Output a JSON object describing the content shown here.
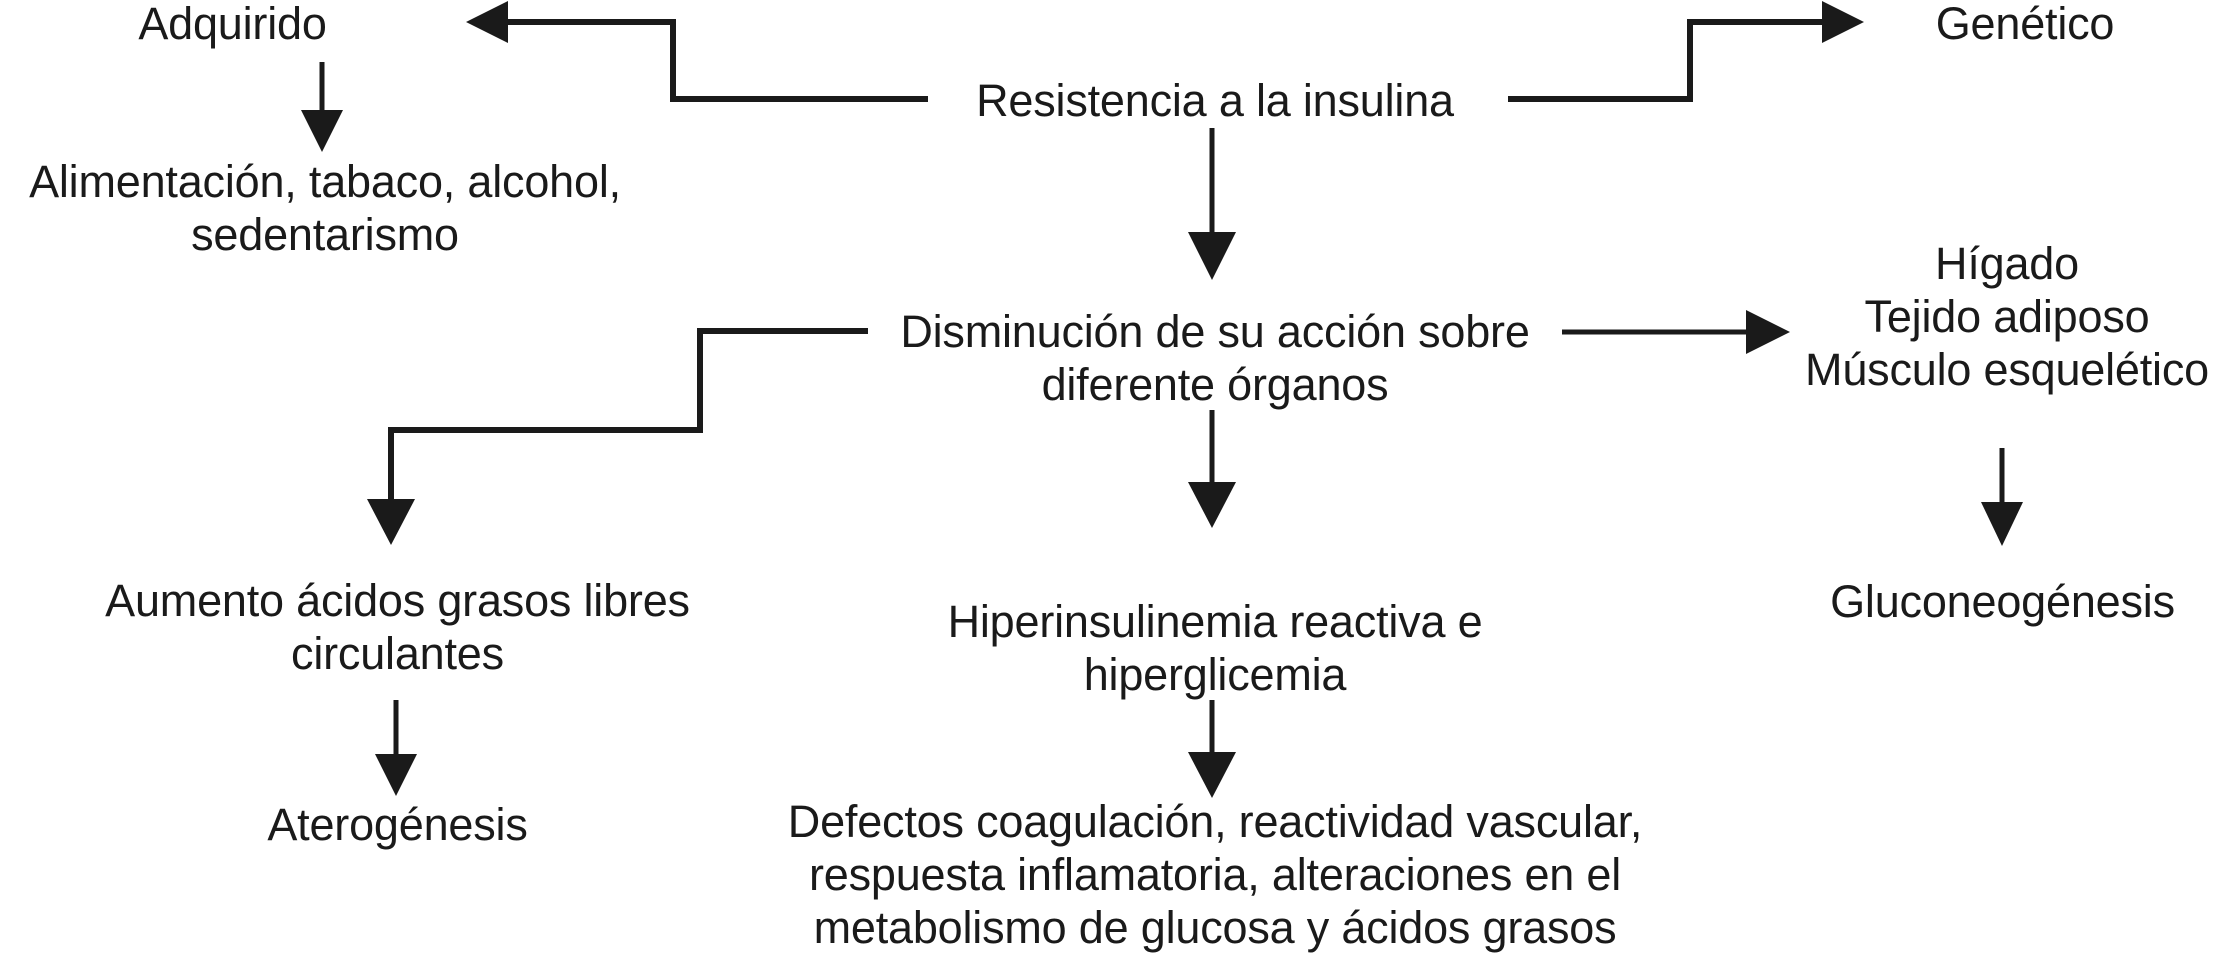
{
  "diagram": {
    "title": "Resistencia a la insulina - mecanismos y consecuencias",
    "background_color": "#ffffff",
    "stroke_color": "#1a1a1a",
    "text_color": "#1a1a1a",
    "nodes": [
      {
        "id": "adquirido",
        "label": "Adquirido"
      },
      {
        "id": "genetico",
        "label": "Genético"
      },
      {
        "id": "resistencia",
        "label": "Resistencia a la insulina"
      },
      {
        "id": "alimentacion",
        "label": "Alimentación, tabaco, alcohol,\nsedentarismo"
      },
      {
        "id": "disminucion",
        "label": "Disminución de su acción sobre\ndiferente órganos"
      },
      {
        "id": "organos",
        "label": "Hígado\nTejido adiposo\nMúsculo esquelético"
      },
      {
        "id": "acidos-grasos",
        "label": "Aumento ácidos grasos libres\ncirculantes"
      },
      {
        "id": "hiperinsulinemia",
        "label": "Hiperinsulinemia reactiva e\nhiperglicemia"
      },
      {
        "id": "gluconeogenesis",
        "label": "Gluconeogénesis"
      },
      {
        "id": "aterogenesis",
        "label": "Aterogénesis"
      },
      {
        "id": "defectos",
        "label": "Defectos coagulación, reactividad vascular,\nrespuesta inflamatoria, alteraciones en el\nmetabolismo de glucosa y ácidos grasos"
      }
    ],
    "edges": [
      {
        "from": "resistencia",
        "to": "adquirido",
        "type": "elbow-left"
      },
      {
        "from": "resistencia",
        "to": "genetico",
        "type": "elbow-right"
      },
      {
        "from": "adquirido",
        "to": "alimentacion",
        "type": "vertical"
      },
      {
        "from": "resistencia",
        "to": "disminucion",
        "type": "vertical"
      },
      {
        "from": "disminucion",
        "to": "organos",
        "type": "horizontal"
      },
      {
        "from": "disminucion",
        "to": "acidos-grasos",
        "type": "elbow-left-down"
      },
      {
        "from": "disminucion",
        "to": "hiperinsulinemia",
        "type": "vertical"
      },
      {
        "from": "organos",
        "to": "gluconeogenesis",
        "type": "vertical"
      },
      {
        "from": "acidos-grasos",
        "to": "aterogenesis",
        "type": "vertical"
      },
      {
        "from": "hiperinsulinemia",
        "to": "defectos",
        "type": "vertical"
      }
    ]
  }
}
